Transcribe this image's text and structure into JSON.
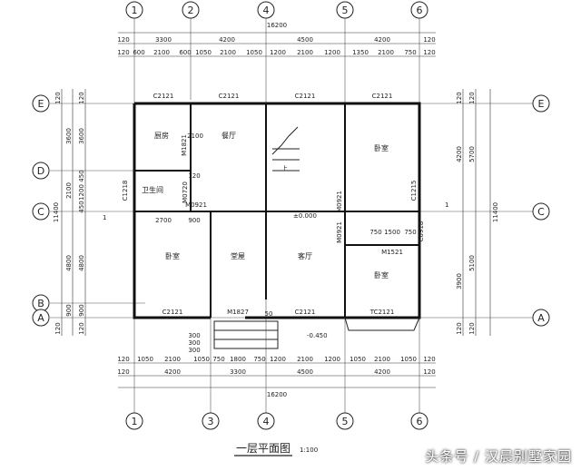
{
  "title": {
    "name": "一层平面图",
    "scale": "1:100"
  },
  "watermark": "头条号 / 汉晨别墅家园",
  "axes": {
    "top": [
      "1",
      "2",
      "4",
      "5",
      "6"
    ],
    "bottom": [
      "1",
      "3",
      "4",
      "5",
      "6"
    ],
    "left": [
      "E",
      "D",
      "C",
      "B",
      "A"
    ],
    "right": [
      "E",
      "C",
      "A"
    ]
  },
  "dims": {
    "total": "16200",
    "top_row1": [
      "120",
      "3300",
      "4200",
      "4500",
      "4200",
      "120"
    ],
    "top_row2": [
      "120",
      "600",
      "2100",
      "600",
      "1050",
      "2100",
      "1050",
      "1200",
      "2100",
      "1200",
      "1350",
      "2100",
      "750",
      "120"
    ],
    "bottom_row1": [
      "120",
      "1050",
      "2100",
      "1050",
      "750",
      "1800",
      "750",
      "1200",
      "2100",
      "1200",
      "1050",
      "2100",
      "1050",
      "120"
    ],
    "bottom_row2": [
      "120",
      "4200",
      "3300",
      "4500",
      "4200",
      "120"
    ],
    "left_outer": [
      "120",
      "3600",
      "2100",
      "4800",
      "900",
      "120"
    ],
    "left_inner": [
      "120",
      "3600",
      "450",
      "1200",
      "450",
      "4800",
      "900",
      "120"
    ],
    "left_total": "11400",
    "right_outer": [
      "120",
      "4200",
      "3900",
      "120"
    ],
    "right_inner": [
      "120",
      "5700",
      "5100",
      "120"
    ],
    "right_total": "11400",
    "misc": [
      "2700",
      "900",
      "2100",
      "120",
      "300",
      "300",
      "300",
      "1500",
      "750",
      "750",
      "50"
    ]
  },
  "rooms": {
    "kitchen": "厨房",
    "dining": "餐厅",
    "bedroom_ne": "卧室",
    "bathroom_w": "卫生间",
    "bedroom_sw": "卧室",
    "hall": "堂屋",
    "living": "客厅",
    "bedroom_se": "卧室"
  },
  "windows": {
    "w1": "C2121",
    "w2": "C2121",
    "w3": "C2121",
    "w4": "C2121",
    "w5": "C2121",
    "w6": "C2121",
    "w7": "TC2121",
    "w8": "C1218",
    "w9": "C1215",
    "w10": "C0918"
  },
  "doors": {
    "d1": "M1821",
    "d2": "M0921",
    "d3": "M0720",
    "d4": "M0921",
    "d5": "M0921",
    "d6": "M1521",
    "d7": "M1827"
  },
  "levels": {
    "floor": "±0.000",
    "outdoor": "-0.450",
    "up": "上"
  },
  "section_mark": "1"
}
